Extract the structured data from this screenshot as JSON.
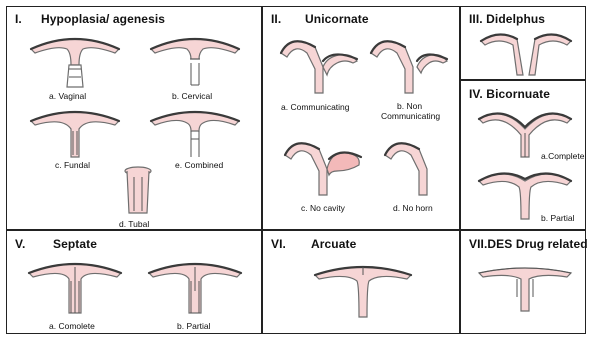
{
  "panels": {
    "i": {
      "num": "I.",
      "title": "Hypoplasia/ agenesis",
      "captions": {
        "a": "a. Vaginal",
        "b": "b. Cervical",
        "c": "c. Fundal",
        "e": "e. Combined",
        "d": "d. Tubal"
      }
    },
    "ii": {
      "num": "II.",
      "title": "Unicornate",
      "captions": {
        "a": "a. Communicating",
        "b1": "b. Non",
        "b2": "Communicating",
        "c": "c. No cavity",
        "d": "d. No horn"
      }
    },
    "iii": {
      "num": "",
      "title": "III. Didelphus"
    },
    "iv": {
      "num": "",
      "title": "IV. Bicornuate",
      "captions": {
        "a": "a.Complete",
        "b": "b. Partial"
      }
    },
    "v": {
      "num": "V.",
      "title": "Septate",
      "captions": {
        "a": "a. Comolete",
        "b": "b. Partial"
      }
    },
    "vi": {
      "num": "VI.",
      "title": "Arcuate"
    },
    "vii": {
      "num": "",
      "title": "VII.DES Drug related"
    }
  }
}
